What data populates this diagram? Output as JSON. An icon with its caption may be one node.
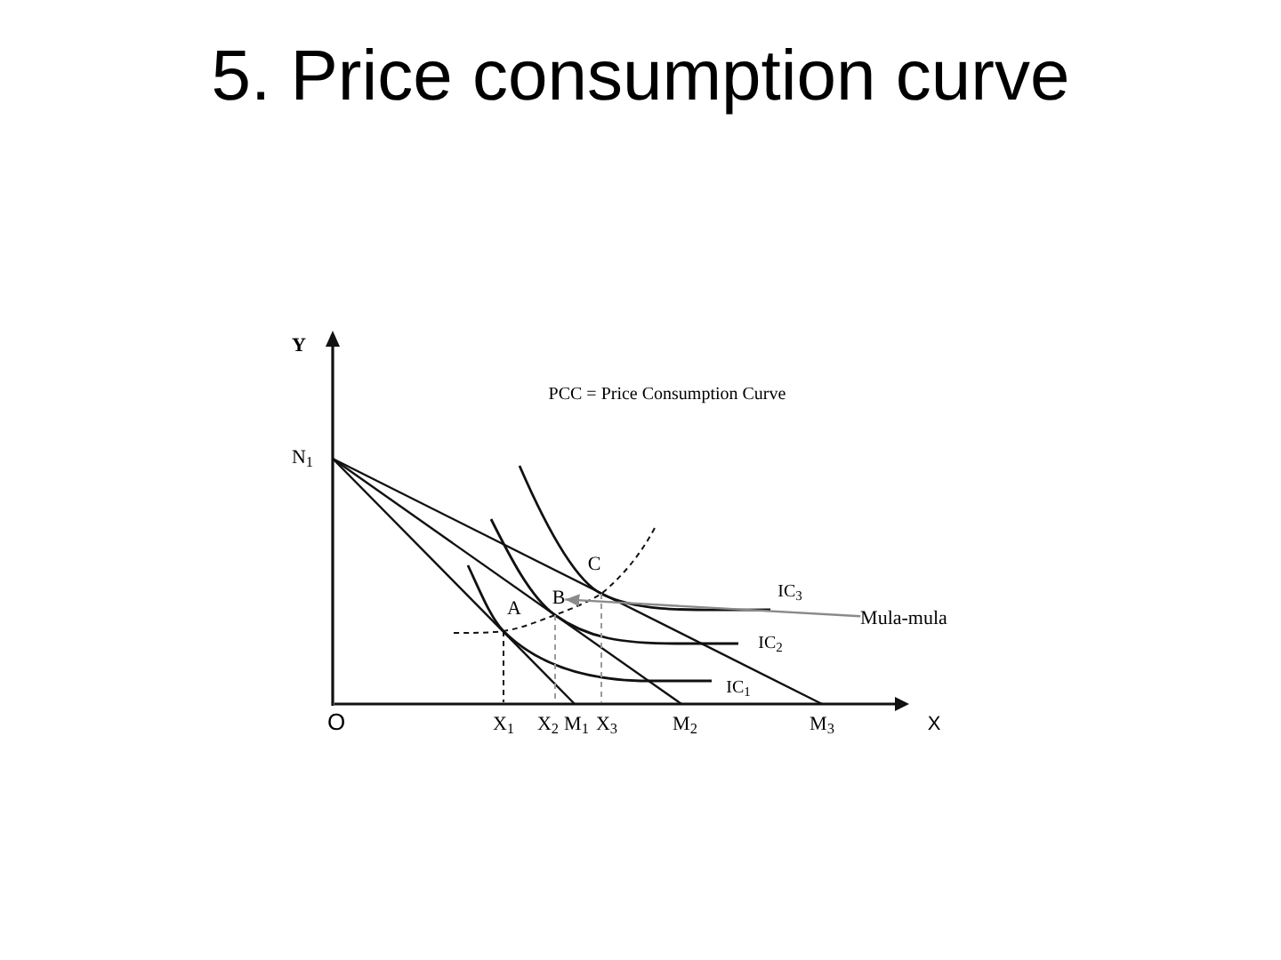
{
  "diagram": {
    "title": "5. Price consumption curve",
    "nodes": [
      {
        "text": [
          "B"
        ]
      },
      {
        "text": [
          "Mula-mula"
        ]
      }
    ],
    "edges": [
      {
        "from": 1,
        "to": 0,
        "arrow": "to",
        "color": "#8a8a8a"
      }
    ],
    "labels": [
      "Y",
      "PCC = Price Consumption Curve",
      "N$_{1}$",
      "C",
      "IC$_{3}$",
      "A",
      "IC$_{2}$",
      "IC$_{1}$",
      "O",
      "X$_{1}$",
      "X$_{2}$",
      "M$_{1}$",
      "X$_{3}$",
      "M$_{2}$",
      "M$_{3}$",
      "X"
    ]
  }
}
